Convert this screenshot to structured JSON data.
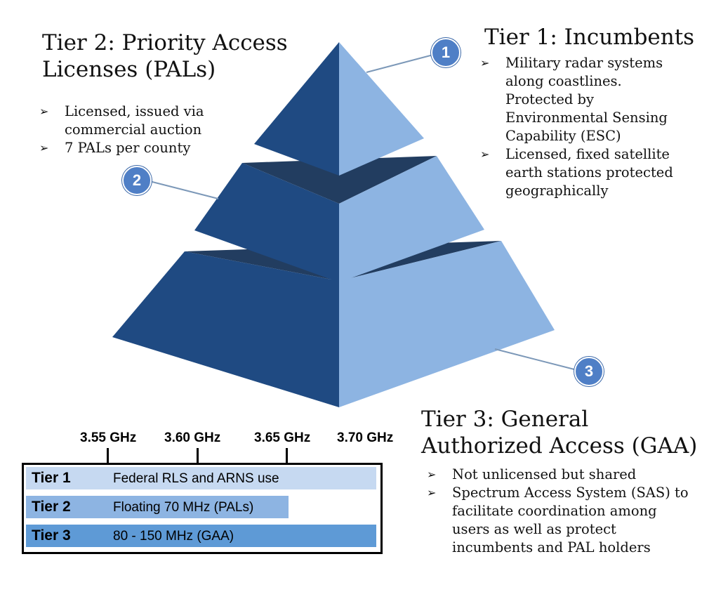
{
  "tiers": {
    "tier1": {
      "title": "Tier 1: Incumbents",
      "bullets": [
        "Military radar systems along coastlines. Protected by Environmental Sensing Capability (ESC)",
        "Licensed, fixed satellite earth stations protected geographically"
      ]
    },
    "tier2": {
      "title_line1": "Tier 2: Priority Access",
      "title_line2": "Licenses (PALs)",
      "bullets": [
        "Licensed, issued via commercial auction",
        "7 PALs per county"
      ]
    },
    "tier3": {
      "title_line1": "Tier 3: General",
      "title_line2": "Authorized Access (GAA)",
      "bullets": [
        "Not unlicensed but shared",
        "Spectrum Access System (SAS) to facilitate coordination among users as well as protect incumbents and PAL holders"
      ]
    }
  },
  "badges": {
    "one": "1",
    "two": "2",
    "three": "3"
  },
  "bullet_glyph": "➢",
  "colors": {
    "pyramid_dark": "#1f4a82",
    "pyramid_light": "#8db4e2",
    "pyramid_shadow": "#223d60",
    "badge": "#4f7fc6",
    "tier1_band": "#c6d9f1",
    "tier2_band": "#8db4e2",
    "tier3_band": "#5e9ad6"
  },
  "spectrum": {
    "frequencies": [
      "3.55 GHz",
      "3.60 GHz",
      "3.65 GHz",
      "3.70 GHz"
    ],
    "rows": [
      {
        "tier": "Tier 1",
        "desc": "Federal RLS and ARNS use"
      },
      {
        "tier": "Tier 2",
        "desc": "Floating 70 MHz (PALs)",
        "fill_fraction": 0.75
      },
      {
        "tier": "Tier 3",
        "desc": "80 - 150 MHz (GAA)"
      }
    ]
  }
}
